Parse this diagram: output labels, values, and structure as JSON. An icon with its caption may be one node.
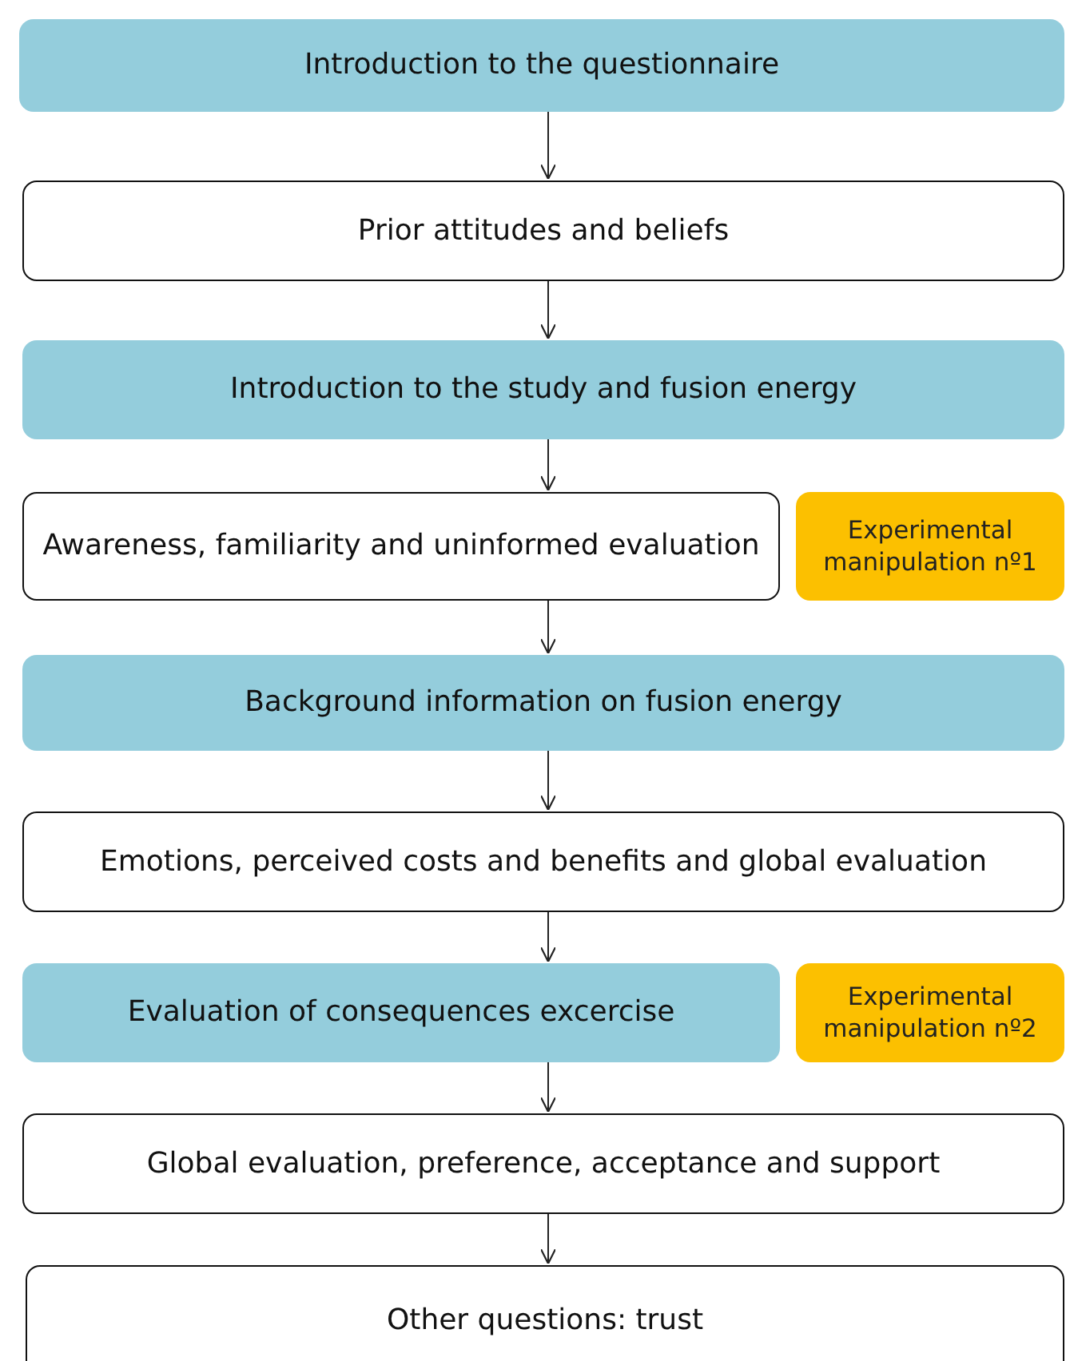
{
  "diagram": {
    "nodes": [
      {
        "text": [
          "Introduction to the questionnaire"
        ]
      },
      {
        "text": [
          "Prior attitudes and beliefs"
        ]
      },
      {
        "text": [
          "Introduction to the study and fusion energy"
        ]
      },
      {
        "text": [
          "Awareness, familiarity and uninformed evaluation"
        ]
      },
      {
        "text": [
          "Experimental manipulation nº1"
        ]
      },
      {
        "text": [
          "Background information on fusion energy"
        ]
      },
      {
        "text": [
          "Emotions, perceived costs and benefits and global evaluation"
        ]
      },
      {
        "text": [
          "Evaluation of consequences excercise"
        ]
      },
      {
        "text": [
          "Experimental manipulation nº2"
        ]
      },
      {
        "text": [
          "Global evaluation, preference, acceptance and support"
        ]
      },
      {
        "text": [
          "Other questions: trust"
        ]
      }
    ],
    "edges": [
      {
        "from": 0,
        "to": 1,
        "arrow": "to"
      },
      {
        "from": 1,
        "to": 2,
        "arrow": "to"
      },
      {
        "from": 2,
        "to": 3,
        "arrow": "to"
      },
      {
        "from": 3,
        "to": 5,
        "arrow": "to"
      },
      {
        "from": 5,
        "to": 6,
        "arrow": "to"
      },
      {
        "from": 6,
        "to": 7,
        "arrow": "to"
      },
      {
        "from": 7,
        "to": 9,
        "arrow": "to"
      },
      {
        "from": 9,
        "to": 10,
        "arrow": "to"
      }
    ]
  }
}
